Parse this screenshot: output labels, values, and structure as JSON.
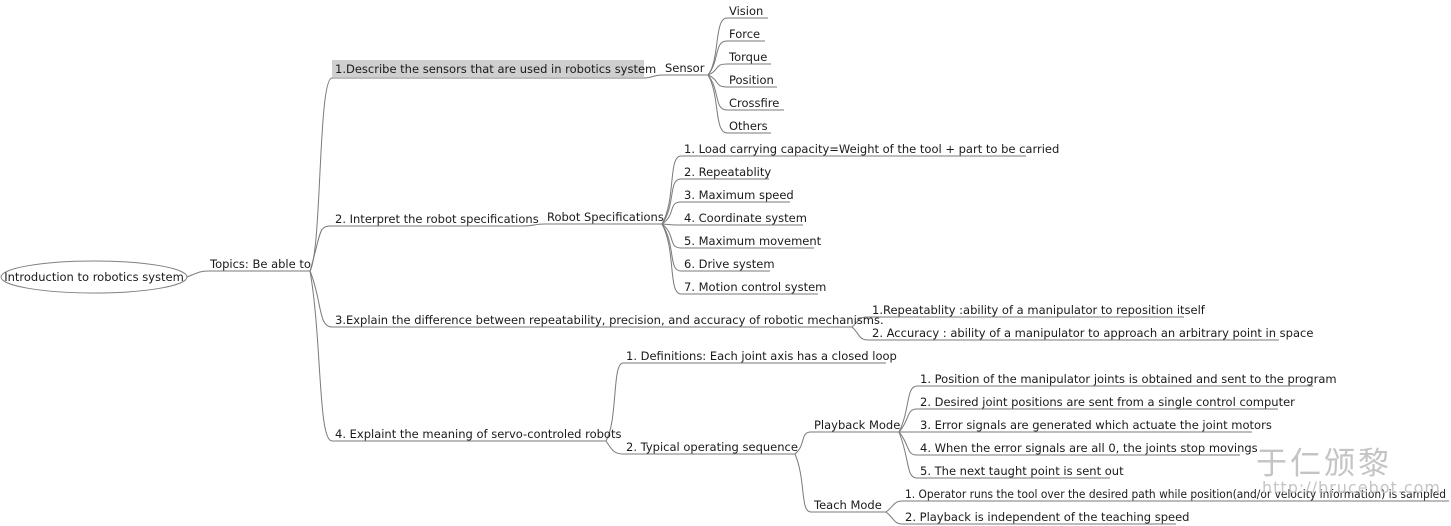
{
  "root": {
    "label": "Introduction to robotics system"
  },
  "topics": {
    "label": "Topics: Be able to",
    "items": [
      {
        "label": "1.Describe the sensors that are used in robotics system",
        "highlighted": true,
        "sub": {
          "label": "Sensor",
          "items": [
            "Vision",
            "Force",
            "Torque",
            "Position",
            "Crossfire",
            "Others"
          ]
        }
      },
      {
        "label": "2. Interpret the robot specifications",
        "sub": {
          "label": "Robot Specifications",
          "items": [
            "1. Load carrying capacity=Weight of the tool + part to be carried",
            "2. Repeatablity",
            "3. Maximum speed",
            "4. Coordinate system",
            "5. Maximum movement",
            "6. Drive system",
            "7. Motion control system"
          ]
        }
      },
      {
        "label": "3.Explain the difference between repeatability, precision, and accuracy of robotic mechanisms.",
        "items": [
          "1.Repeatablity :ability of a manipulator to reposition itself",
          "2. Accuracy : ability of a manipulator to approach an arbitrary point in space"
        ]
      },
      {
        "label": "4. Explaint the meaning of servo-controled robots",
        "definitions": "1. Definitions: Each joint axis has a closed loop",
        "sequence": {
          "label": "2. Typical operating sequence",
          "playback": {
            "label": "Playback Mode",
            "items": [
              "1. Position of the manipulator joints is obtained and sent to the program",
              "2. Desired joint positions are sent from a single control computer",
              "3. Error signals are generated which actuate the joint motors",
              "4. When the error signals are all 0, the joints stop movings",
              "5. The next taught point is sent out"
            ]
          },
          "teach": {
            "label": "Teach Mode",
            "items": [
              "1. Operator runs the tool over the desired path while position(and/or velocity information) is sampled",
              "2. Playback is independent of the teaching speed"
            ]
          }
        }
      }
    ]
  },
  "watermark": {
    "text": "于仁颁黎",
    "url": "http://brucebot.com"
  }
}
